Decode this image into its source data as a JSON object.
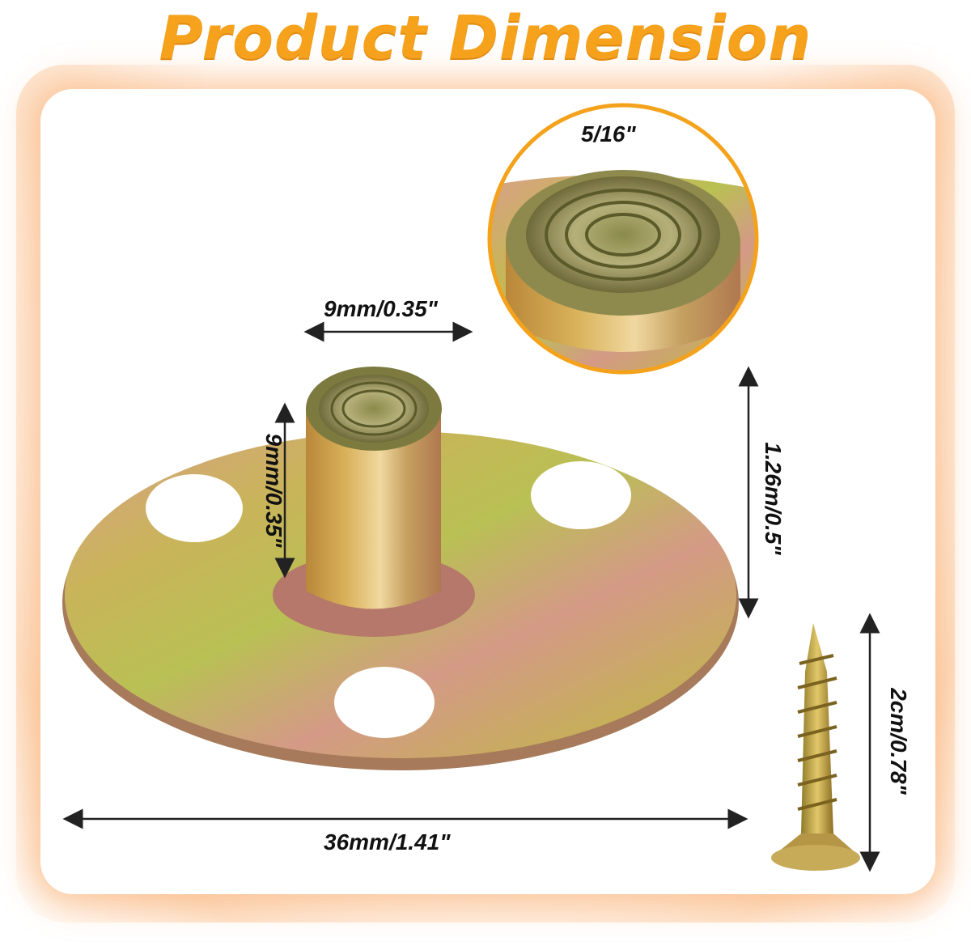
{
  "title": "Product Dimension",
  "labels": {
    "thread_size": "5/16\"",
    "barrel_diameter": "9mm/0.35\"",
    "barrel_height": "9mm/0.35\"",
    "total_height": "1.26m/0.5\"",
    "flange_diameter": "36mm/1.41\"",
    "screw_length": "2cm/0.78\""
  },
  "colors": {
    "title": "#f6a21c",
    "card_glow": "#f9a05a",
    "zoom_ring": "#f4a21c",
    "arrow": "#222222"
  }
}
